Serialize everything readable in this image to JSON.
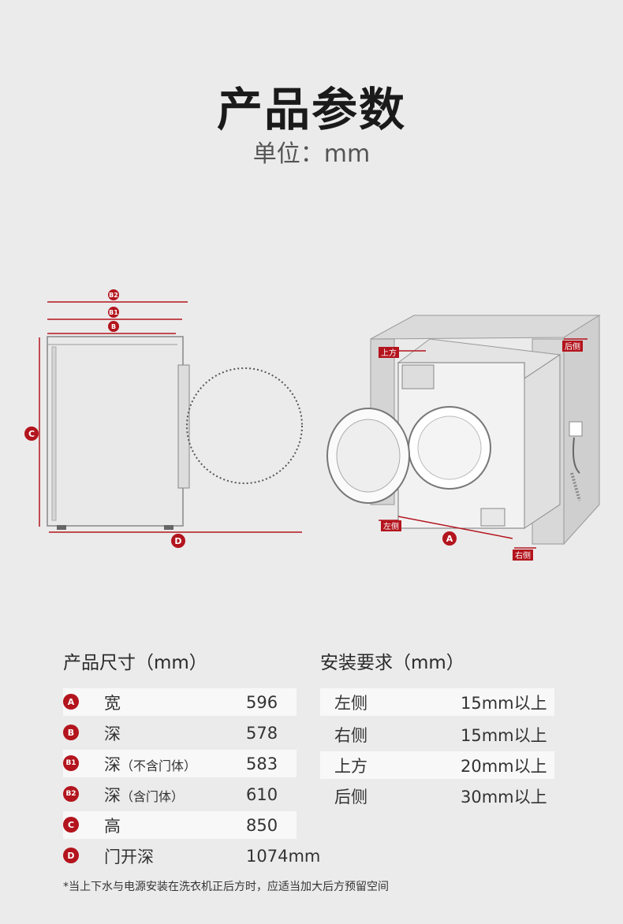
{
  "header": {
    "title": "产品参数",
    "unit": "单位：mm"
  },
  "diagram_side": {
    "labels": {
      "b2": "B2",
      "b1": "B1",
      "b": "B",
      "c": "C",
      "d": "D"
    }
  },
  "diagram_install": {
    "labels": {
      "top": "上方",
      "back": "后侧",
      "left": "左侧",
      "right": "右侧",
      "a": "A"
    }
  },
  "product_size": {
    "title": "产品尺寸（mm）",
    "rows": [
      {
        "badge": "A",
        "name": "宽",
        "value": "596"
      },
      {
        "badge": "B",
        "name": "深",
        "value": "578"
      },
      {
        "badge": "B1",
        "name": "深",
        "note": "（不含门体）",
        "value": "583"
      },
      {
        "badge": "B2",
        "name": "深",
        "note": "（含门体）",
        "value": "610"
      },
      {
        "badge": "C",
        "name": "高",
        "value": "850"
      },
      {
        "badge": "D",
        "name": "门开深",
        "value": "1074mm"
      }
    ]
  },
  "install_req": {
    "title": "安装要求（mm）",
    "rows": [
      {
        "name": "左侧",
        "value": "15mm以上"
      },
      {
        "name": "右侧",
        "value": "15mm以上"
      },
      {
        "name": "上方",
        "value": "20mm以上"
      },
      {
        "name": "后侧",
        "value": "30mm以上"
      }
    ]
  },
  "footnote": "*当上下水与电源安装在洗衣机正后方时，应适当加大后方预留空间",
  "colors": {
    "accent": "#b3141d",
    "background": "#ebebeb"
  }
}
